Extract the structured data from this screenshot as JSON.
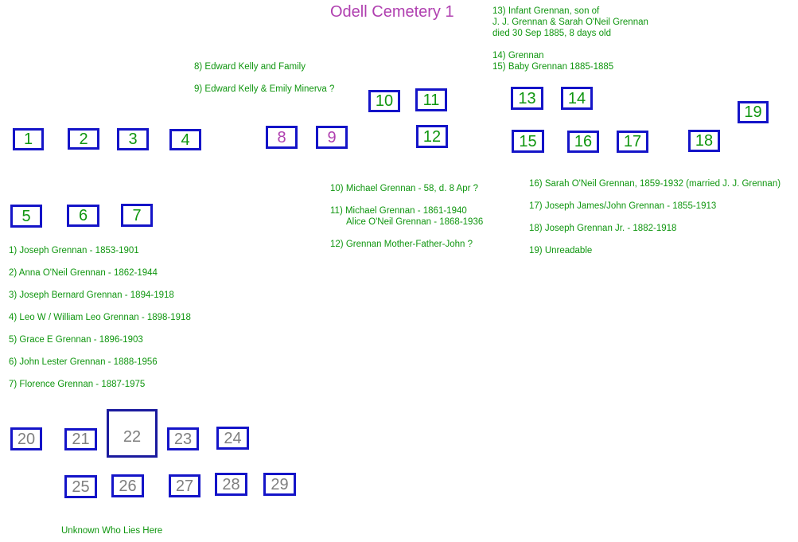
{
  "title": "Odell Cemetery 1",
  "plots": [
    {
      "id": "1",
      "label": "1"
    },
    {
      "id": "2",
      "label": "2"
    },
    {
      "id": "3",
      "label": "3"
    },
    {
      "id": "4",
      "label": "4"
    },
    {
      "id": "5",
      "label": "5"
    },
    {
      "id": "6",
      "label": "6"
    },
    {
      "id": "7",
      "label": "7"
    },
    {
      "id": "8",
      "label": "8"
    },
    {
      "id": "9",
      "label": "9"
    },
    {
      "id": "10",
      "label": "10"
    },
    {
      "id": "11",
      "label": "11"
    },
    {
      "id": "12",
      "label": "12"
    },
    {
      "id": "13",
      "label": "13"
    },
    {
      "id": "14",
      "label": "14"
    },
    {
      "id": "15",
      "label": "15"
    },
    {
      "id": "16",
      "label": "16"
    },
    {
      "id": "17",
      "label": "17"
    },
    {
      "id": "18",
      "label": "18"
    },
    {
      "id": "19",
      "label": "19"
    },
    {
      "id": "20",
      "label": "20"
    },
    {
      "id": "21",
      "label": "21"
    },
    {
      "id": "22",
      "label": "22"
    },
    {
      "id": "23",
      "label": "23"
    },
    {
      "id": "24",
      "label": "24"
    },
    {
      "id": "25",
      "label": "25"
    },
    {
      "id": "26",
      "label": "26"
    },
    {
      "id": "27",
      "label": "27"
    },
    {
      "id": "28",
      "label": "28"
    },
    {
      "id": "29",
      "label": "29"
    }
  ],
  "notes": {
    "n13_line1": "13) Infant Grennan, son of",
    "n13_line2": "J. J. Grennan & Sarah O'Neil Grennan",
    "n13_line3": "died 30 Sep 1885, 8 days old",
    "n14": "14) Grennan",
    "n15": "15) Baby Grennan 1885-1885",
    "n8": "8) Edward Kelly and Family",
    "n9": "9)  Edward Kelly & Emily Minerva ?",
    "n10": "10)  Michael Grennan - 58, d. 8 Apr ?",
    "n11_line1": "11) Michael Grennan - 1861-1940",
    "n11_line2": "Alice O'Neil Grennan - 1868-1936",
    "n12": "12) Grennan Mother-Father-John ?",
    "n16": "16) Sarah O'Neil Grennan, 1859-1932 (married J. J. Grennan)",
    "n17": "17) Joseph James/John Grennan - 1855-1913",
    "n18": "18) Joseph Grennan Jr. - 1882-1918",
    "n19": "19) Unreadable",
    "n1": "1)  Joseph Grennan - 1853-1901",
    "n2": "2)  Anna O'Neil Grennan - 1862-1944",
    "n3": "3)  Joseph Bernard Grennan - 1894-1918",
    "n4": "4)  Leo W / William Leo Grennan - 1898-1918",
    "n5": "5)  Grace E Grennan - 1896-1903",
    "n6": "6)  John Lester Grennan - 1888-1956",
    "n7": "7)  Florence Grennan - 1887-1975",
    "unknown": "Unknown Who Lies Here"
  },
  "colors": {
    "border": "#1414c8",
    "green_text": "#0f960f",
    "purple_text": "#b040b0",
    "gray_text": "#7f7f7f"
  }
}
